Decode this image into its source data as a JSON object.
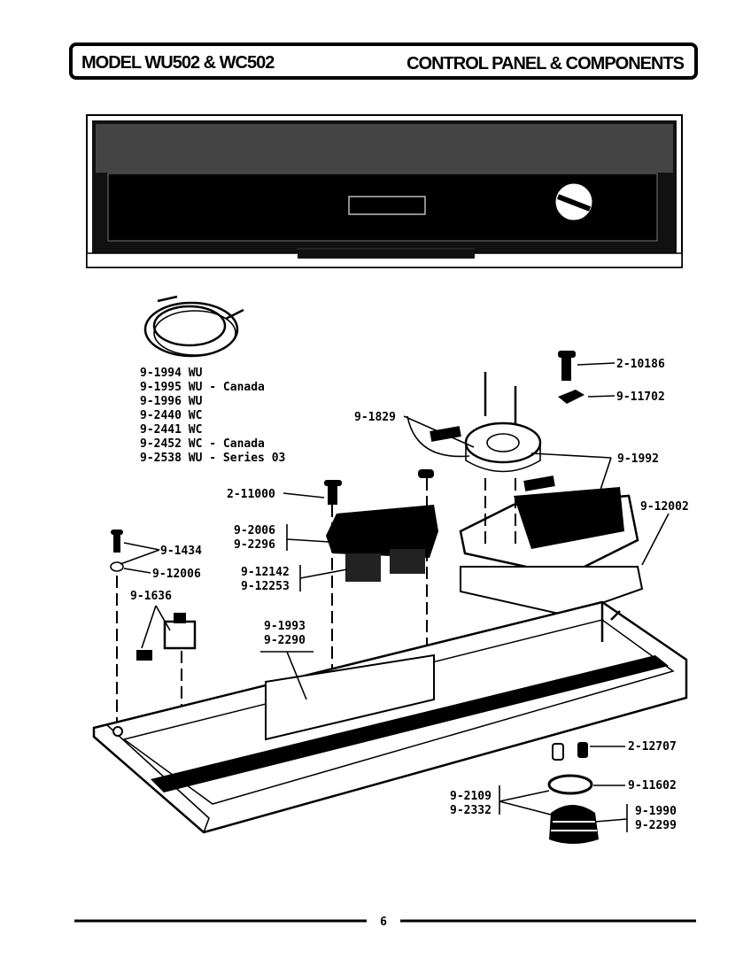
{
  "header": {
    "model": "MODEL WU502 & WC502",
    "section": "CONTROL PANEL & COMPONENTS"
  },
  "harness_list": [
    "9-1994 WU",
    "9-1995 WU - Canada",
    "9-1996 WU",
    "9-2440 WC",
    "9-2441 WC",
    "9-2452 WC - Canada",
    "9-2538 WU - Series 03"
  ],
  "callouts": {
    "p2_10186": "2-10186",
    "p9_11702": "9-11702",
    "p9_1829": "9-1829",
    "p9_1992": "9-1992",
    "p9_12002": "9-12002",
    "p2_11000": "2-11000",
    "p9_2006": "9-2006",
    "p9_2296": "9-2296",
    "p9_12142": "9-12142",
    "p9_12253": "9-12253",
    "p9_1434": "9-1434",
    "p9_12006": "9-12006",
    "p9_1636": "9-1636",
    "p9_1993": "9-1993",
    "p9_2290": "9-2290",
    "p2_12707": "2-12707",
    "p9_11602": "9-11602",
    "p9_2109": "9-2109",
    "p9_2332": "9-2332",
    "p9_1990": "9-1990",
    "p9_2299": "9-2299"
  },
  "page_number": "6"
}
